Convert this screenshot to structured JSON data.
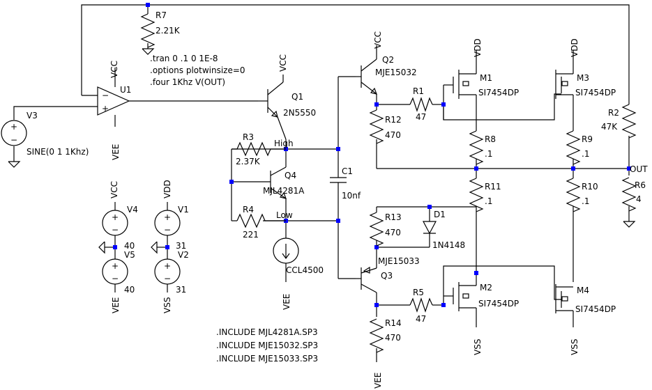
{
  "colors": {
    "wire": "#000000",
    "junction": "#0000ff",
    "background": "#ffffff"
  },
  "directives": [
    ".tran 0 .1 0 1E-8",
    ".options plotwinsize=0",
    ".four 1Khz V(OUT)"
  ],
  "includes": [
    ".INCLUDE MJL4281A.SP3",
    ".INCLUDE MJE15032.SP3",
    ".INCLUDE MJE15033.SP3"
  ],
  "labels": {
    "u1": "U1",
    "v3": "V3",
    "v3_value": "SINE(0 1 1Khz)",
    "v4": "V4",
    "v4_value": "40",
    "v5": "V5",
    "v5_value": "40",
    "v1": "V1",
    "v1_value": "31",
    "v2": "V2",
    "v2_value": "31",
    "r7": "R7",
    "r7_value": "2.21K",
    "r3": "R3",
    "r3_value": "2.37K",
    "r4": "R4",
    "r4_value": "221",
    "r1": "R1",
    "r1_value": "47",
    "r5": "R5",
    "r5_value": "47",
    "r12": "R12",
    "r12_value": "470",
    "r13": "R13",
    "r13_value": "470",
    "r14": "R14",
    "r14_value": "470",
    "r8": "R8",
    "r8_value": ".1",
    "r9": "R9",
    "r9_value": ".1",
    "r10": "R10",
    "r10_value": ".1",
    "r11": "R11",
    "r11_value": ".1",
    "r2": "R2",
    "r2_value": "47K",
    "r6": "R6",
    "r6_value": "4",
    "c1": "C1",
    "c1_value": "10nf",
    "q1": "Q1",
    "q1_model": "2N5550",
    "q2": "Q2",
    "q2_model": "MJE15032",
    "q3": "Q3",
    "q3_model": "MJE15033",
    "q4": "Q4",
    "q4_model": "MJL4281A",
    "d1": "D1",
    "d1_model": "1N4148",
    "m1": "M1",
    "m2": "M2",
    "m3": "M3",
    "m4": "M4",
    "mos_model": "SI7454DP",
    "current_source": "CCL4500",
    "net_high": "High",
    "net_low": "Low",
    "net_out": "OUT",
    "vcc": "VCC",
    "vee": "VEE",
    "vdd": "VDD",
    "vss": "VSS",
    "plus": "+",
    "minus": "−"
  }
}
